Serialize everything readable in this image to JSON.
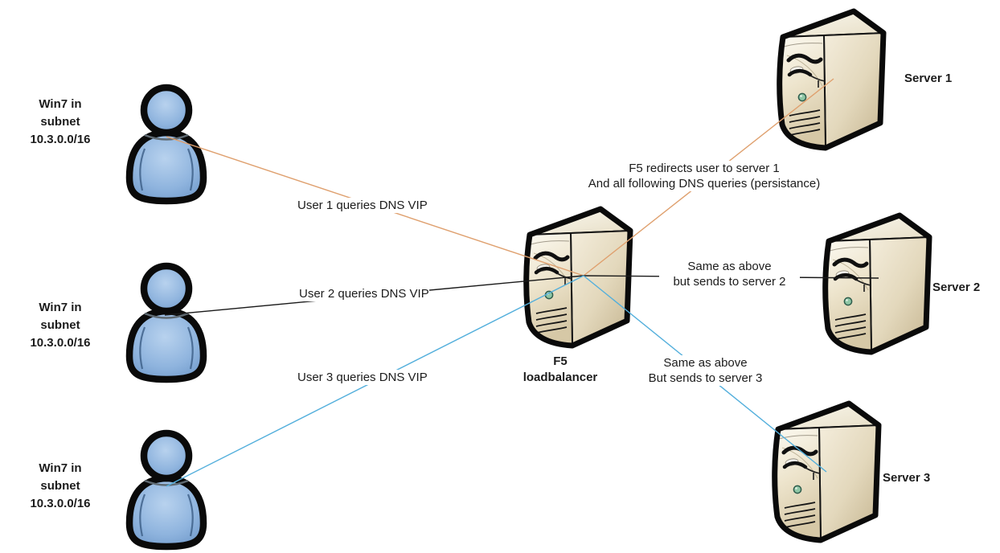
{
  "users": [
    {
      "label": "Win7 in\nsubnet\n10.3.0.0/16"
    },
    {
      "label": "Win7 in\nsubnet\n10.3.0.0/16"
    },
    {
      "label": "Win7 in\nsubnet\n10.3.0.0/16"
    }
  ],
  "loadbalancer": {
    "label": "F5\nloadbalancer"
  },
  "servers": [
    {
      "label": "Server 1"
    },
    {
      "label": "Server 2"
    },
    {
      "label": "Server 3"
    }
  ],
  "connections": {
    "user1_query": "User 1 queries DNS VIP",
    "user2_query": "User 2 queries DNS VIP",
    "user3_query": "User 3 queries DNS VIP",
    "f5_to_server1": "F5 redirects user to server 1\nAnd all following DNS queries (persistance)",
    "f5_to_server2": "Same as above\nbut sends to server 2",
    "f5_to_server3": "Same as above\nBut sends to server 3"
  },
  "colors": {
    "connector_user1": "#DFA06E",
    "connector_user2": "#1A1A1A",
    "connector_user3": "#53AFDC",
    "user_icon_fill": "#6792C5",
    "tower_face": "#D8CBAC",
    "led_green": "#8FC7A6"
  }
}
